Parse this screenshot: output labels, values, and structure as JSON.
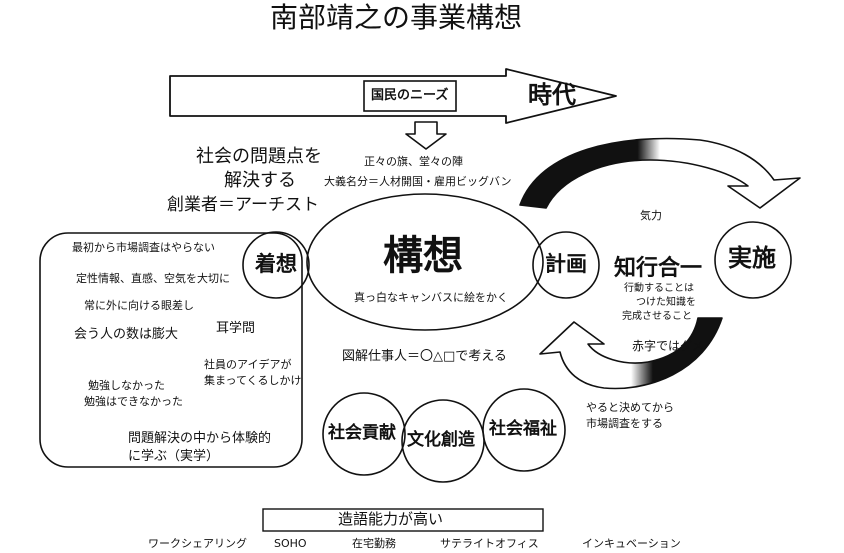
{
  "title": "南部靖之の事業構想",
  "arrow": {
    "label_needs": "国民のニーズ",
    "label_era": "時代"
  },
  "top_notes": {
    "social_problem_line1": "社会の問題点を",
    "social_problem_line2": "解決する",
    "founder": "創業者＝アーチスト",
    "flag_line1": "正々の旗、堂々の陣",
    "flag_line2": "大義名分＝人材開国・雇用ビッグバン"
  },
  "nodes": {
    "chakuso": "着想",
    "koso": "構想",
    "koso_sub": "真っ白なキャンバスに絵をかく",
    "keikaku": "計画",
    "jisshi": "実施"
  },
  "left_box": {
    "item1": "最初から市場調査はやらない",
    "item2": "定性情報、直感、空気を大切に",
    "item3": "常に外に向ける眼差し",
    "item4": "会う人の数は膨大",
    "item5": "耳学問",
    "item6_line1": "社員のアイデアが",
    "item6_line2": "集まってくるしかけ",
    "item7_line1": "勉強しなかった",
    "item7_line2": "勉強はできなかった",
    "item8_line1": "問題解決の中から体験的",
    "item8_line2": "に学ぶ（実学）"
  },
  "right_notes": {
    "kiryoku": "気力",
    "chiko": "知行合一",
    "chiko_sub_line1": "行動することは",
    "chiko_sub_line2": "つけた知識を",
    "chiko_sub_line3": "完成させること",
    "akaji": "赤字ではダメ",
    "yaru_line1": "やると決めてから",
    "yaru_line2": "市場調査をする"
  },
  "zukai": "図解仕事人＝〇△□で考える",
  "circles": {
    "kouken": "社会貢献",
    "bunka": "文化創造",
    "fukushi": "社会福祉"
  },
  "zogo": "造語能力が高い",
  "bottom_terms": [
    "ワークシェアリング",
    "SOHO",
    "在宅勤務",
    "サテライトオフィス",
    "インキュベーション"
  ]
}
